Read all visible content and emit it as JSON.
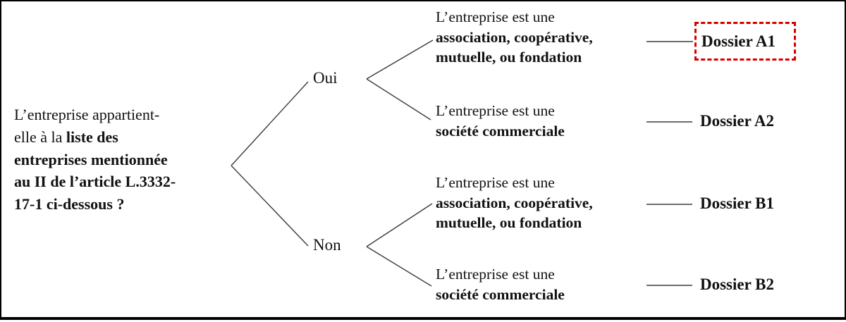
{
  "diagram": {
    "question": {
      "line1": "L’entreprise appartient-",
      "line2_regular": "elle à la ",
      "line2_bold": "liste des",
      "line3": "entreprises mentionnée",
      "line4": "au II de l’article L.3332-",
      "line5": "17-1 ci-dessous ?"
    },
    "branches": {
      "yes_label": "Oui",
      "no_label": "Non"
    },
    "outcomes": [
      {
        "intro": "L’entreprise est une",
        "type_line1": "association, coopérative,",
        "type_line2": "mutuelle, ou fondation",
        "dossier": "Dossier A1",
        "highlighted": true
      },
      {
        "intro": "L’entreprise est une",
        "type_line1": "société commerciale",
        "dossier": "Dossier A2",
        "highlighted": false
      },
      {
        "intro": "L’entreprise est une",
        "type_line1": "association, coopérative,",
        "type_line2": "mutuelle, ou fondation",
        "dossier": "Dossier B1",
        "highlighted": false
      },
      {
        "intro": "L’entreprise est une",
        "type_line1": "société commerciale",
        "dossier": "Dossier B2",
        "highlighted": false
      }
    ],
    "colors": {
      "highlight_red": "#d40000",
      "line": "#3c3c3c",
      "text": "#111111"
    }
  }
}
